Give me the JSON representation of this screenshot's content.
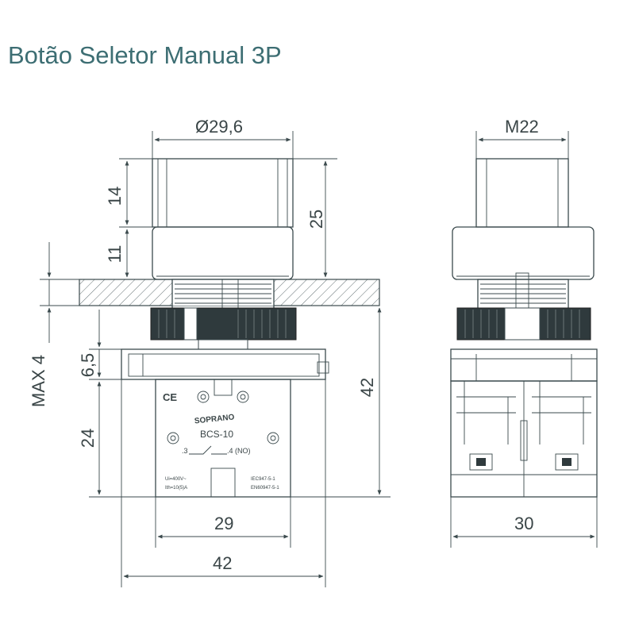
{
  "title": "Botão Seletor Manual 3P",
  "dimensions": {
    "diameter": "Ø29,6",
    "thread": "M22",
    "knob_height": "14",
    "collar_height": "11",
    "total_top": "25",
    "max_panel": "MAX 4",
    "block_gap": "6,5",
    "contact_height": "24",
    "total_height": "42",
    "contact_width": "29",
    "total_width": "42",
    "side_width": "30"
  },
  "block_labels": {
    "ce_mark": "CE",
    "brand": "SOPRANO",
    "model": "BCS-10",
    "term_left": ".3",
    "term_right": ".4 (NO)",
    "rating_1": "Ui=400V~",
    "rating_2": "Ith=10(5)A",
    "std_1": "IEC947-5-1",
    "std_2": "EN60947-5-1"
  },
  "colors": {
    "title": "#3d6e73",
    "line": "#3b4a4d"
  }
}
